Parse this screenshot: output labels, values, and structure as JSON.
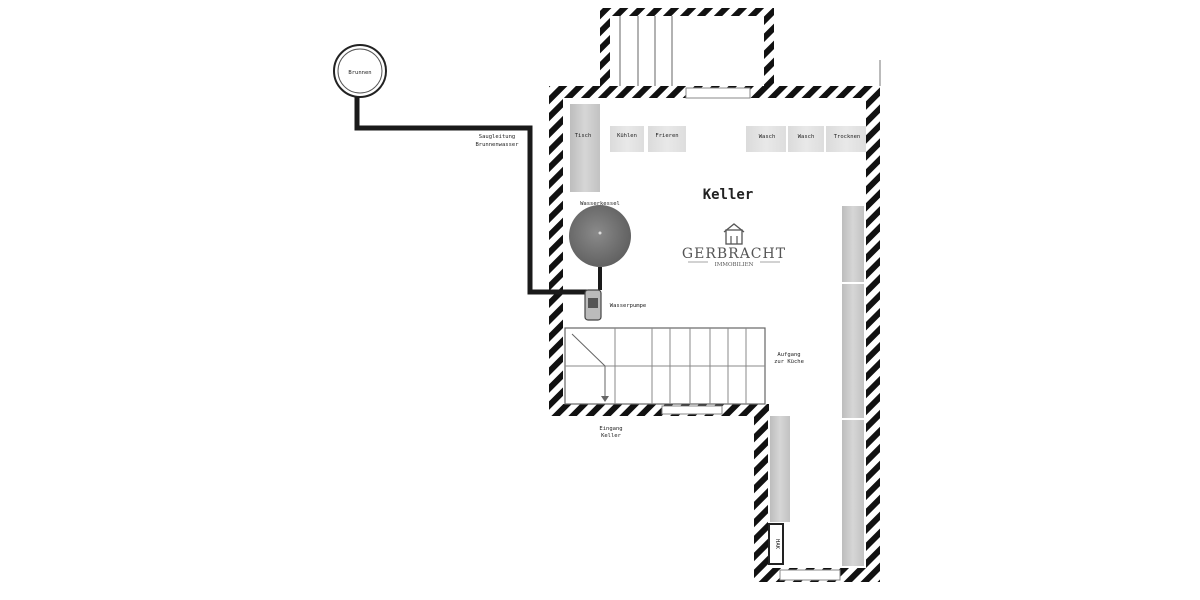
{
  "plan": {
    "room_title": "Keller",
    "labels": {
      "well": "Brunnen",
      "pipe_line1": "Saugleitung",
      "pipe_line2": "Brunnenwasser",
      "table": "Tisch",
      "cooling": "Kühlen",
      "freezing": "Frieren",
      "wash1": "Wasch",
      "wash2": "Wasch",
      "dryer": "Trocknen",
      "pressure_vessel": "Wasserkessel",
      "pump": "Wasserpumpe",
      "stair_up_line1": "Aufgang",
      "stair_up_line2": "zur Küche",
      "entrance_line1": "Eingang",
      "entrance_line2": "Keller",
      "hak": "HAK"
    },
    "logo": {
      "name": "GERBRACHT",
      "subtitle": "IMMOBILIEN"
    }
  },
  "colors": {
    "wall_hatch": "#111111",
    "wall_fill": "#ffffff",
    "pipe": "#1a1a1a",
    "furniture": "#cfcfcf",
    "tank": "#6f6f6f",
    "brand_text": "#555555"
  }
}
